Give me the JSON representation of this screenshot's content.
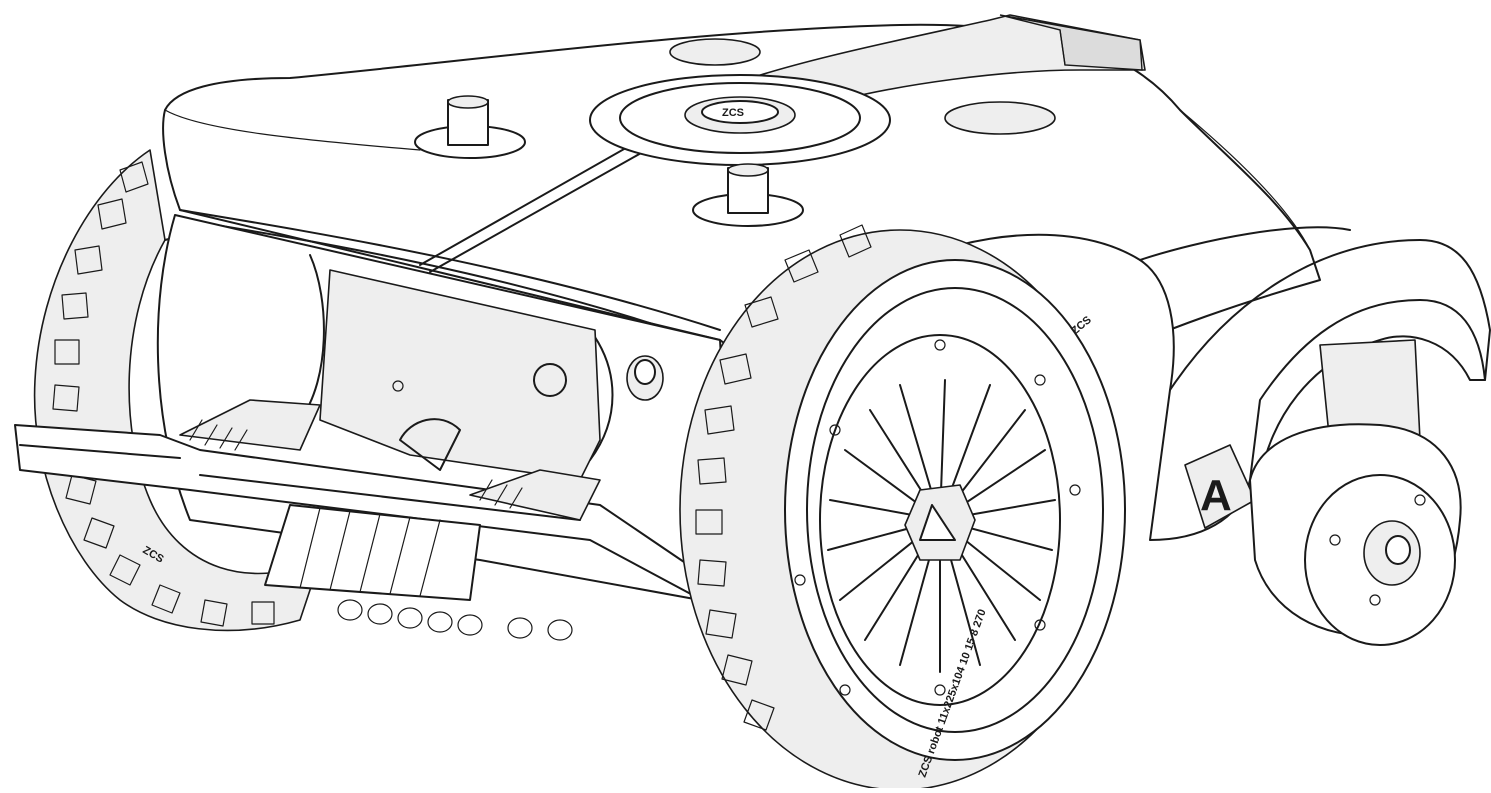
{
  "drawing": {
    "subject": "robotic lawn mower line drawing",
    "logo_letter": "A",
    "hub_logo": "triangle-logo",
    "tire_marking_front": "ZCS robot 11x225x104 10 15 8 270",
    "tire_marking_left": "ZCS",
    "tire_marking_top": "ZCS",
    "top_label": "ZCS",
    "colors": {
      "line": "#1a1a1a",
      "panel": "#eeeeee",
      "background": "#ffffff"
    }
  }
}
